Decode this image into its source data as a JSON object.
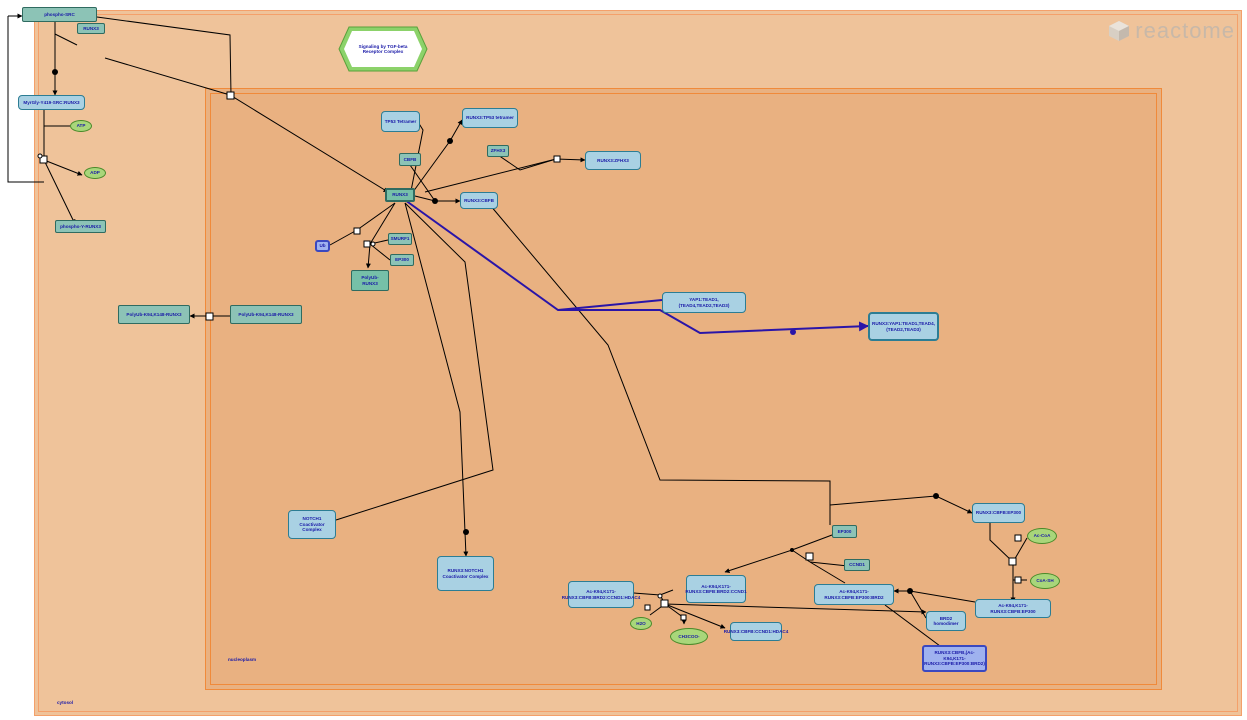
{
  "brand": "reactome",
  "compartments": {
    "cytosol": "cytosol",
    "nucleoplasm": "nucleoplasm"
  },
  "pathway_link": "Signaling by TGF-beta Receptor Complex",
  "nodes": {
    "phospho_src": "phospho-SRC",
    "runx3_cyto": "RUNX3",
    "myr_src_runx3": "MyrGly-Y419-SRC:RUNX3",
    "atp": "ATP",
    "adp": "ADP",
    "phospho_runx3": "phospho-Y-RUNX3",
    "polyub_k94_1": "PolyUb-K94,K148-RUNX3",
    "polyub_k94_2": "PolyUb-K94,K148-RUNX3",
    "tp53_tetramer": "TP53 Tetramer",
    "runx3_tp53": "RUNX3:TP53 tetramer",
    "cbfb": "CBFB",
    "zfhx3": "ZFHX3",
    "runx3_zfhx3": "RUNX3:ZFHX3",
    "runx3_nuc": "RUNX3",
    "runx3_cbfb": "RUNX3:CBFB",
    "ub": "Ub",
    "smurf1": "SMURF1",
    "ep300_a": "EP300",
    "polyub_runx3": "PolyUb-RUNX3",
    "yap1": "YAP1:TEAD1,(TEAD4,TEAD2,TEAD3)",
    "runx3_yap1": "RUNX3:YAP1:TEAD1,TEAD4,(TEAD2,TEAD3)",
    "notch1": "NOTCH1 Coactivator Complex",
    "runx3_notch1": "RUNX3:NOTCH1 Coactivator Complex",
    "runx3_cbfb_ep300": "RUNX3:CBFB:EP300",
    "ep300_b": "EP300",
    "acoa": "Ac-CoA",
    "coash": "CoA-SH",
    "ccnd1": "CCND1",
    "ac_ccnd1": "Ac-K94,K171-RUNX3:CBFB:BRD2:CCND1",
    "ac_ep300_brd2": "Ac-K94,K171-RUNX3:CBFB:EP300:BRD2",
    "ac_ep300": "Ac-K94,K171-RUNX3:CBFB:EP300",
    "ac_hdac4": "Ac-K94,K171-RUNX3:CBFB:BRD2:CCND1:HDAC4",
    "h2o": "H2O",
    "ch3coo": "CH3COO-",
    "runx3_hdac4": "RUNX3:CBFB:CCND1:HDAC4",
    "brd2": "BRD2 homodimer",
    "runx3_set": "RUNX3:CBFB,(Ac-K94,K171-RUNX3:CBFB:EP300:BRD2)"
  },
  "colors": {
    "cytosol_fill": "#efc39a",
    "cytosol_border": "#f4a06a",
    "nucleus_fill": "#e9b181",
    "nucleus_border": "#f08a3a",
    "highlight_edge": "#2a15a8",
    "edge": "#000000"
  }
}
